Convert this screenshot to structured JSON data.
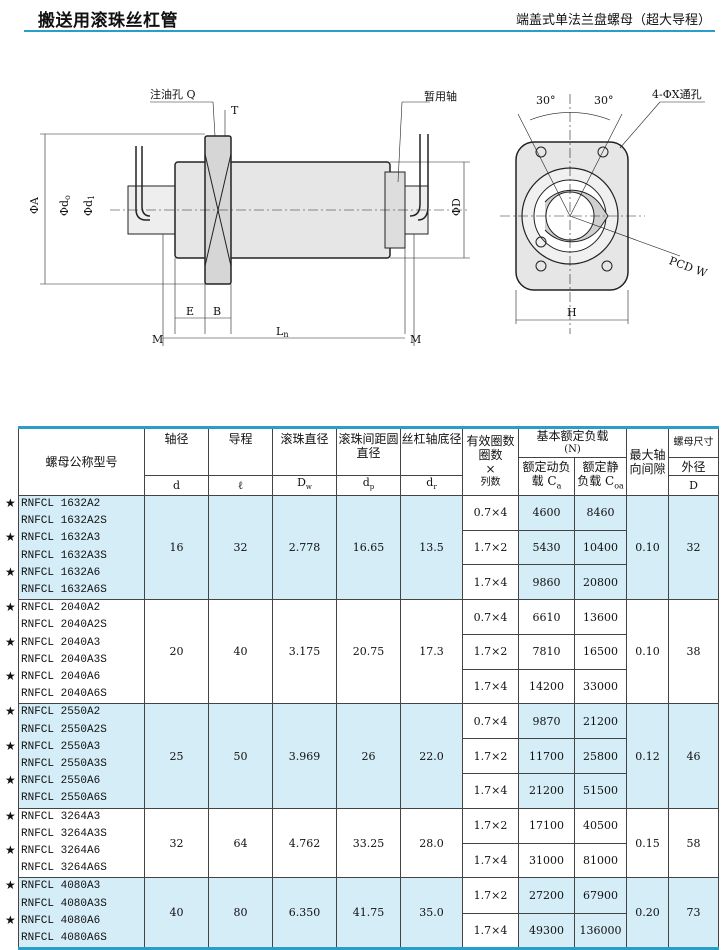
{
  "header": {
    "title": "搬送用滚珠丝杠管",
    "subtitle": "端盖式单法兰盘螺母（超大导程）"
  },
  "drawing": {
    "labels": {
      "oil_hole": "注油孔 Q",
      "t": "T",
      "temp_shaft": "暂用轴",
      "phiA": "ΦA",
      "phid0": "Φd",
      "phid0_sub": "o",
      "phid1": "Φd",
      "phid1_sub": "1",
      "phiD": "ΦD",
      "e": "E",
      "b": "B",
      "m_left": "M",
      "m_right": "M",
      "ln": "L",
      "ln_sub": "n",
      "angle_left": "30°",
      "angle_right": "30°",
      "through_hole": "4-ΦX通孔",
      "pcd": "PCD W",
      "h": "H"
    }
  },
  "table": {
    "headers": {
      "model": "螺母公称型号",
      "shaft_dia": "轴径",
      "shaft_sym": "d",
      "lead": "导程",
      "lead_sym": "ℓ",
      "ball_dia": "滚珠直径",
      "ball_sym": "D",
      "ball_sym_sub": "w",
      "pcd": "滚珠间距圆直径",
      "pcd_sym": "d",
      "pcd_sym_sub": "p",
      "root": "丝杠轴底径",
      "root_sym": "d",
      "root_sym_sub": "r",
      "turns": "有效圈数圈数×列数",
      "turns_l1": "有效圈数",
      "turns_l2": "圈数",
      "turns_l3": "×",
      "turns_l4": "列数",
      "load": "基本额定负载",
      "load_unit": "(N)",
      "dyn": "额定动负载",
      "dyn_l1": "额定动负",
      "dyn_l2": "载 C",
      "dyn_sub": "a",
      "stat": "额定静负载",
      "stat_l1": "额定静",
      "stat_l2": "负载 C",
      "stat_sub": "oa",
      "clearance_l1": "最大轴",
      "clearance_l2": "向间隙",
      "nut_size": "螺母尺寸",
      "outer": "外径",
      "outer_sym": "D"
    },
    "groups": [
      {
        "blue": true,
        "models": [
          {
            "name": "RNFCL 1632A2",
            "star": true
          },
          {
            "name": "RNFCL 1632A2S",
            "star": false
          },
          {
            "name": "RNFCL 1632A3",
            "star": true
          },
          {
            "name": "RNFCL 1632A3S",
            "star": false
          },
          {
            "name": "RNFCL 1632A6",
            "star": true
          },
          {
            "name": "RNFCL 1632A6S",
            "star": false
          }
        ],
        "d": "16",
        "lead": "32",
        "ball": "2.778",
        "pcd": "16.65",
        "root": "13.5",
        "rows": [
          {
            "turns": "0.7×4",
            "dyn": "4600",
            "stat": "8460"
          },
          {
            "turns": "1.7×2",
            "dyn": "5430",
            "stat": "10400"
          },
          {
            "turns": "1.7×4",
            "dyn": "9860",
            "stat": "20800"
          }
        ],
        "clearance": "0.10",
        "outer": "32"
      },
      {
        "blue": false,
        "models": [
          {
            "name": "RNFCL 2040A2",
            "star": true
          },
          {
            "name": "RNFCL 2040A2S",
            "star": false
          },
          {
            "name": "RNFCL 2040A3",
            "star": true
          },
          {
            "name": "RNFCL 2040A3S",
            "star": false
          },
          {
            "name": "RNFCL 2040A6",
            "star": true
          },
          {
            "name": "RNFCL 2040A6S",
            "star": false
          }
        ],
        "d": "20",
        "lead": "40",
        "ball": "3.175",
        "pcd": "20.75",
        "root": "17.3",
        "rows": [
          {
            "turns": "0.7×4",
            "dyn": "6610",
            "stat": "13600"
          },
          {
            "turns": "1.7×2",
            "dyn": "7810",
            "stat": "16500"
          },
          {
            "turns": "1.7×4",
            "dyn": "14200",
            "stat": "33000"
          }
        ],
        "clearance": "0.10",
        "outer": "38"
      },
      {
        "blue": true,
        "models": [
          {
            "name": "RNFCL 2550A2",
            "star": true
          },
          {
            "name": "RNFCL 2550A2S",
            "star": false
          },
          {
            "name": "RNFCL 2550A3",
            "star": true
          },
          {
            "name": "RNFCL 2550A3S",
            "star": false
          },
          {
            "name": "RNFCL 2550A6",
            "star": true
          },
          {
            "name": "RNFCL 2550A6S",
            "star": false
          }
        ],
        "d": "25",
        "lead": "50",
        "ball": "3.969",
        "pcd": "26",
        "root": "22.0",
        "rows": [
          {
            "turns": "0.7×4",
            "dyn": "9870",
            "stat": "21200"
          },
          {
            "turns": "1.7×2",
            "dyn": "11700",
            "stat": "25800"
          },
          {
            "turns": "1.7×4",
            "dyn": "21200",
            "stat": "51500"
          }
        ],
        "clearance": "0.12",
        "outer": "46"
      },
      {
        "blue": false,
        "models": [
          {
            "name": "RNFCL 3264A3",
            "star": true
          },
          {
            "name": "RNFCL 3264A3S",
            "star": false
          },
          {
            "name": "RNFCL 3264A6",
            "star": true
          },
          {
            "name": "RNFCL 3264A6S",
            "star": false
          }
        ],
        "d": "32",
        "lead": "64",
        "ball": "4.762",
        "pcd": "33.25",
        "root": "28.0",
        "rows": [
          {
            "turns": "1.7×2",
            "dyn": "17100",
            "stat": "40500"
          },
          {
            "turns": "1.7×4",
            "dyn": "31000",
            "stat": "81000"
          }
        ],
        "clearance": "0.15",
        "outer": "58"
      },
      {
        "blue": true,
        "models": [
          {
            "name": "RNFCL 4080A3",
            "star": true
          },
          {
            "name": "RNFCL 4080A3S",
            "star": false
          },
          {
            "name": "RNFCL 4080A6",
            "star": true
          },
          {
            "name": "RNFCL 4080A6S",
            "star": false
          }
        ],
        "d": "40",
        "lead": "80",
        "ball": "6.350",
        "pcd": "41.75",
        "root": "35.0",
        "rows": [
          {
            "turns": "1.7×2",
            "dyn": "27200",
            "stat": "67900"
          },
          {
            "turns": "1.7×4",
            "dyn": "49300",
            "stat": "136000"
          }
        ],
        "clearance": "0.20",
        "outer": "73"
      }
    ]
  }
}
